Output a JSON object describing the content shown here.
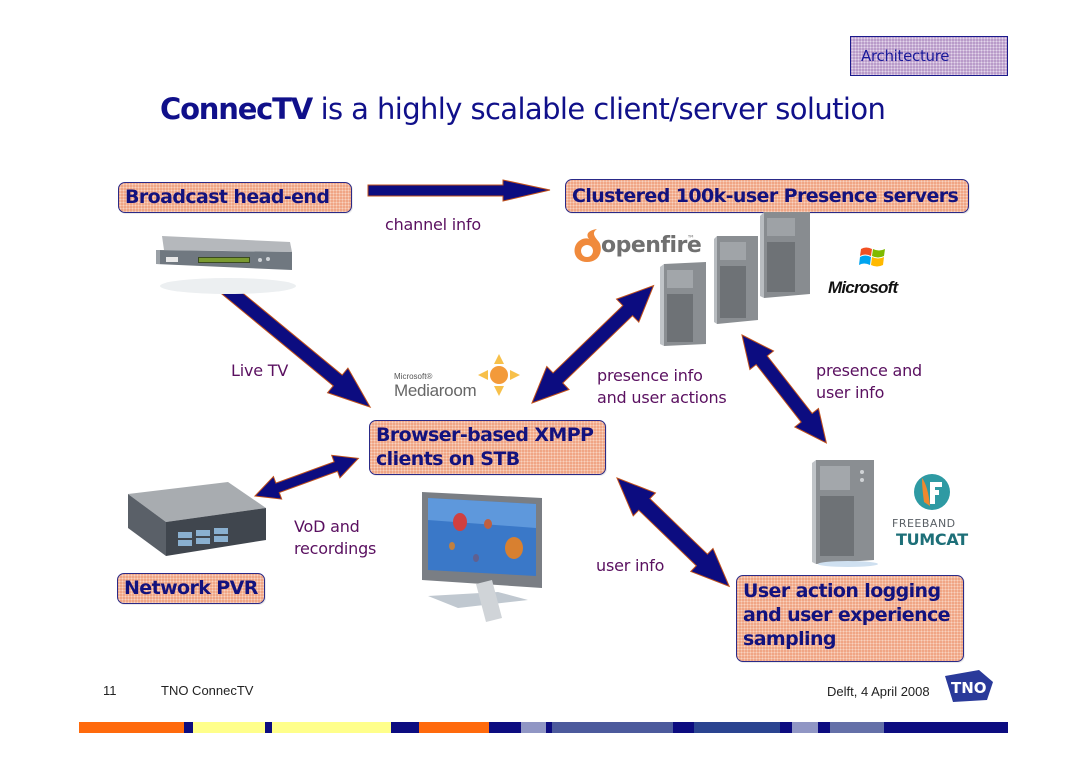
{
  "section_tag": "Architecture",
  "title": {
    "brand": "ConnecTV",
    "rest": " is a highly scalable client/server solution"
  },
  "nodes": {
    "broadcast": "Broadcast head-end",
    "presence": "Clustered 100k-user Presence servers",
    "client_line1": "Browser-based XMPP",
    "client_line2": "clients on STB",
    "pvr": "Network PVR",
    "logging_line1": "User action logging",
    "logging_line2": "and user experience",
    "logging_line3": "sampling"
  },
  "edge_labels": {
    "channel_info": "channel info",
    "live_tv": "Live TV",
    "presence_info_1": "presence info",
    "presence_info_2": "and user actions",
    "presence_user_1": "presence and",
    "presence_user_2": "user info",
    "vod_1": "VoD and",
    "vod_2": "recordings",
    "user_info": "user info"
  },
  "logos": {
    "openfire": "openfire",
    "openfire_tm": "™",
    "microsoft": "Microsoft",
    "mediaroom_small": "Microsoft®",
    "mediaroom": "Mediaroom",
    "freeband": "FREEBAND",
    "tumcat": "TUMCAT",
    "tno": "TNO"
  },
  "icons": {
    "broadcast_device": "rack-encoder-icon",
    "server_tower": "server-tower-icon",
    "pvr_device": "rack-storage-icon",
    "tv": "television-with-remote-icon"
  },
  "footer": {
    "page_number": "11",
    "org": "TNO ConnecTV",
    "date": "Delft, 4 April 2008"
  },
  "colors": {
    "title": "#10108a",
    "arrow_fill": "#0c0c80",
    "arrow_outline": "#c0501a",
    "box_fill": "#f0a585",
    "label": "#5a1060",
    "orange": "#ff6a0c",
    "yellow": "#ffff8a",
    "navy": "#0c0c80"
  },
  "stripe_segments": [
    {
      "color": "#ff6a0c",
      "w": 105
    },
    {
      "color": "#0c0c80",
      "w": 9
    },
    {
      "color": "#ffff8a",
      "w": 72
    },
    {
      "color": "#0c0c80",
      "w": 7
    },
    {
      "color": "#ffff8a",
      "w": 119
    },
    {
      "color": "#0c0c80",
      "w": 28
    },
    {
      "color": "#ff6a0c",
      "w": 70
    },
    {
      "color": "#0c0c80",
      "w": 32
    },
    {
      "color": "#9096c4",
      "w": 25
    },
    {
      "color": "#0c0c80",
      "w": 6
    },
    {
      "color": "#4c5a9c",
      "w": 121
    },
    {
      "color": "#0c0c80",
      "w": 21
    },
    {
      "color": "#2a4490",
      "w": 86
    },
    {
      "color": "#0c0c80",
      "w": 12
    },
    {
      "color": "#9096c4",
      "w": 26
    },
    {
      "color": "#0c0c80",
      "w": 12
    },
    {
      "color": "#6470a8",
      "w": 54
    },
    {
      "color": "#0c0c80",
      "w": 124
    }
  ]
}
